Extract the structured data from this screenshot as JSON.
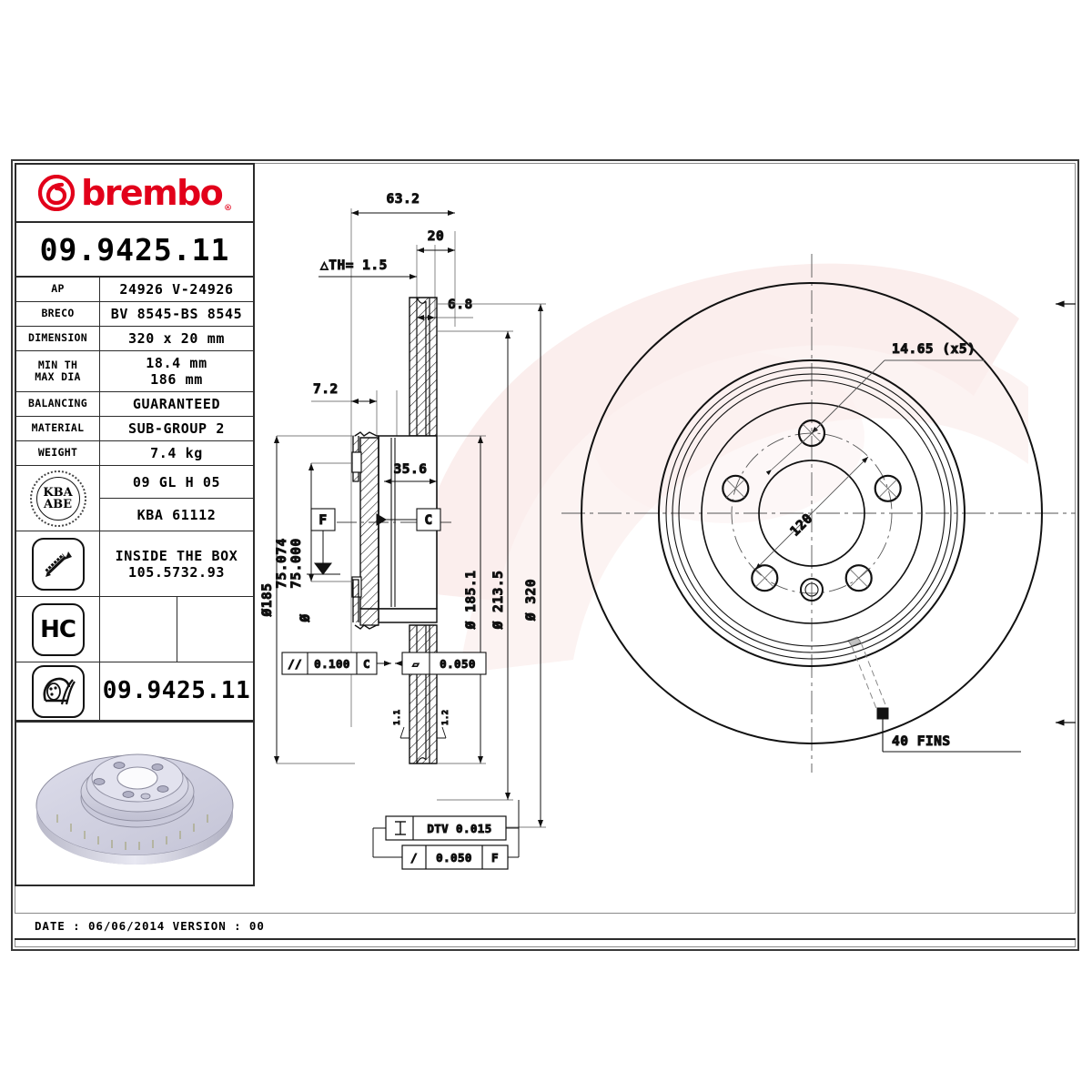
{
  "brand": {
    "name": "brembo",
    "registered": "®",
    "color": "#e2001a"
  },
  "part_number": "09.9425.11",
  "info_table": {
    "rows": [
      {
        "label": "AP",
        "value": "24926 V-24926"
      },
      {
        "label": "BRECO",
        "value": "BV 8545-BS 8545"
      },
      {
        "label": "DIMENSION",
        "value": "320 x 20 mm"
      },
      {
        "label": "MIN TH",
        "label2": "MAX DIA",
        "value": "18.4  mm",
        "value2": "186  mm"
      },
      {
        "label": "BALANCING",
        "value": "GUARANTEED"
      },
      {
        "label": "MATERIAL",
        "value": "SUB-GROUP 2"
      },
      {
        "label": "WEIGHT",
        "value": "7.4 kg"
      }
    ],
    "kba": {
      "icon": "kba-abe-icon",
      "line1": "KBA",
      "line2": "ABE",
      "value1": "09 GL H 05",
      "value2": "KBA 61112"
    },
    "screw": {
      "icon": "screw-icon",
      "line1": "INSIDE THE BOX",
      "line2": "105.5732.93"
    },
    "hc": {
      "icon": "hc-icon",
      "label": "HC"
    },
    "wheel": {
      "icon": "wheel-disc-icon",
      "value": "09.9425.11"
    }
  },
  "footer": {
    "date_text": "DATE : 06/06/2014 VERSION : 00"
  },
  "drawing": {
    "section_dims": {
      "overall_width": "63.2",
      "disc_thickness": "20",
      "th_tolerance": "△TH= 1.5",
      "vane_offset": "6.8",
      "hat_offset": "7.2",
      "hat_depth": "35.6"
    },
    "diameters": {
      "outer": "Ø 320",
      "inner_pad": "Ø 213.5",
      "hat_outer": "Ø 185.1",
      "hat_face": "Ø185",
      "bore_max": "75.074",
      "bore_min": "75.000",
      "bore_symbol": "Ø"
    },
    "datums": {
      "f": "F",
      "c": "C"
    },
    "tolerance_frames": [
      {
        "symbol": "//",
        "value": "0.100",
        "datum": "C"
      },
      {
        "symbol": "▱",
        "value": "0.050",
        "datum": ""
      },
      {
        "symbol": "⟂",
        "value": "DTV 0.015",
        "datum": ""
      },
      {
        "symbol": "/",
        "value": "0.050",
        "datum": "F"
      }
    ],
    "face_view": {
      "bolt_hole": "14.65 (x5)",
      "pcd": "120",
      "fins": "40 FINS"
    }
  }
}
